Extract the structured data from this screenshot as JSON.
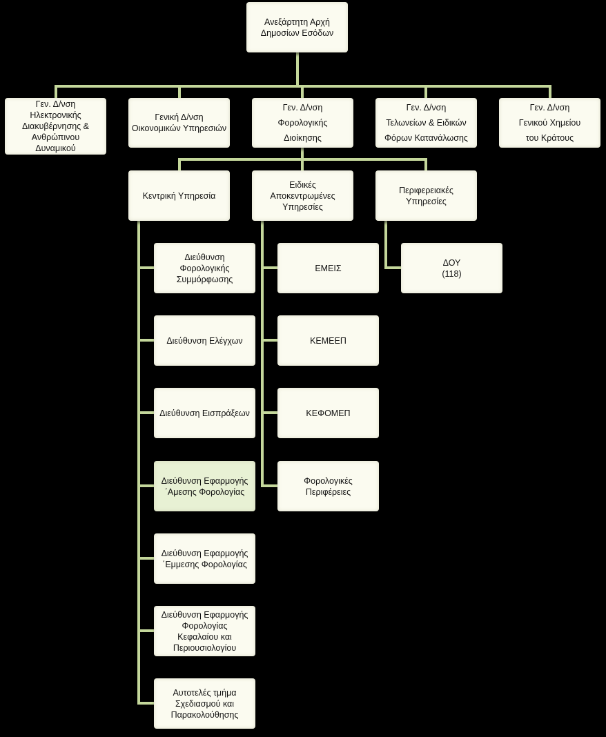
{
  "colors": {
    "background": "#000000",
    "connector": "#c4d79b",
    "box_fill": "#fbfbf0",
    "box_highlight_fill": "#e8f1d4"
  },
  "root": {
    "label": "Ανεξάρτητη Αρχή\nΔημοσίων Εσόδων"
  },
  "general_directorates": [
    {
      "label": "Γεν. Δ/νση\nΗλεκτρονικής\nΔιακυβέρνησης &\nΑνθρώπινου\nΔυναμικού"
    },
    {
      "label": "Γενική Δ/νση\nΟικονομικών Υπηρεσιών"
    },
    {
      "label": "Γεν. Δ/νση\nΦορολογικής\nΔιοίκησης"
    },
    {
      "label": "Γεν. Δ/νση\nΤελωνείων & Ειδικών\nΦόρων Κατανάλωσης"
    },
    {
      "label": "Γεν. Δ/νση\nΓενικού Χημείου\nτου Κράτους"
    }
  ],
  "tax_admin_units": [
    {
      "label": "Κεντρική Υπηρεσία"
    },
    {
      "label": "Ειδικές\nΑποκεντρωμένες\nΥπηρεσίες"
    },
    {
      "label": "Περιφερειακές\nΥπηρεσίες"
    }
  ],
  "central_service_directorates": [
    {
      "label": "Διεύθυνση\nΦορολογικής\nΣυμμόρφωσης",
      "highlighted": false
    },
    {
      "label": "Διεύθυνση Ελέγχων",
      "highlighted": false
    },
    {
      "label": "Διεύθυνση Εισπράξεων",
      "highlighted": false
    },
    {
      "label": "Διεύθυνση Εφαρμογής\n΄Αμεσης Φορολογίας",
      "highlighted": true
    },
    {
      "label": "Διεύθυνση Εφαρμογής\n΄Εμμεσης Φορολογίας",
      "highlighted": false
    },
    {
      "label": "Διεύθυνση Εφαρμογής\nΦορολογίας\nΚεφαλαίου και\nΠεριουσιολογίου",
      "highlighted": false
    },
    {
      "label": "Αυτοτελές τμήμα\nΣχεδιασμού και\nΠαρακολούθησης",
      "highlighted": false
    }
  ],
  "special_services": [
    {
      "label": "ΕΜΕΙΣ"
    },
    {
      "label": "ΚΕΜΕΕΠ"
    },
    {
      "label": "ΚΕΦΟΜΕΠ"
    },
    {
      "label": "Φορολογικές\nΠεριφέρειες"
    }
  ],
  "regional_services": [
    {
      "label": "ΔΟΥ\n(118)"
    }
  ]
}
